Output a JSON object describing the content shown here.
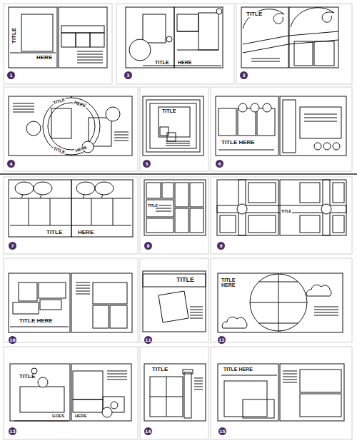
{
  "diagram": {
    "labels": [
      "TITLE",
      "HERE",
      "1",
      "TITLE",
      "HERE",
      "2",
      "TITLE",
      "3",
      "TITLE",
      "HERE",
      "TITLE",
      "HERE",
      "4",
      "TITLE",
      "5",
      "TITLE HERE",
      "6",
      "TITLE",
      "HERE",
      "7",
      "TITLE",
      "8",
      "TITLE",
      "9",
      "TITLE HERE",
      "10",
      "TITLE",
      "11",
      "TITLE HERE",
      "12",
      "TITLE",
      "GOES",
      "HERE",
      "13",
      "TITLE",
      "14",
      "TITLE HERE",
      "15"
    ]
  }
}
